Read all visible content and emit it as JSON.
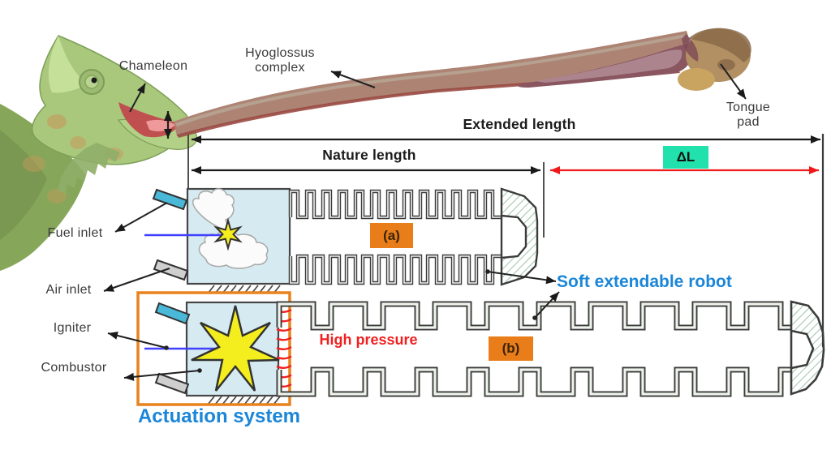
{
  "figure": {
    "chameleon_label": "Chameleon",
    "hyoglossus_label": "Hyoglossus complex",
    "tongue_pad_label": "Tongue pad",
    "extended_length_label": "Extended length",
    "nature_length_label": "Nature length",
    "delta_label": "ΔL",
    "fuel_inlet_label": "Fuel inlet",
    "air_inlet_label": "Air inlet",
    "igniter_label": "Igniter",
    "combustor_label": "Combustor",
    "high_pressure_label": "High pressure",
    "actuation_system_label": "Actuation system",
    "soft_robot_label": "Soft extendable robot",
    "panel_a_label": "(a)",
    "panel_b_label": "(b)"
  },
  "colors": {
    "blue_heading_text": "#1b86d8",
    "high_pressure_red": "#f02020",
    "delta_badge_bg": "#21e2ac",
    "panel_badge_bg": "#e87d1a",
    "combustor_fill": "#d6eaf1",
    "actuation_frame_orange": "#e8821e",
    "dimension_line": "#1a1a1a",
    "delta_dimension_line": "#f01818",
    "bellows_wall": "#3c3c3c",
    "igniter_wire_blue": "#4040ff",
    "fuel_tube_cyan": "#4ab8d8",
    "air_tube_gray": "#cfcfcf",
    "spark_yellow": "#f5ee1e"
  }
}
